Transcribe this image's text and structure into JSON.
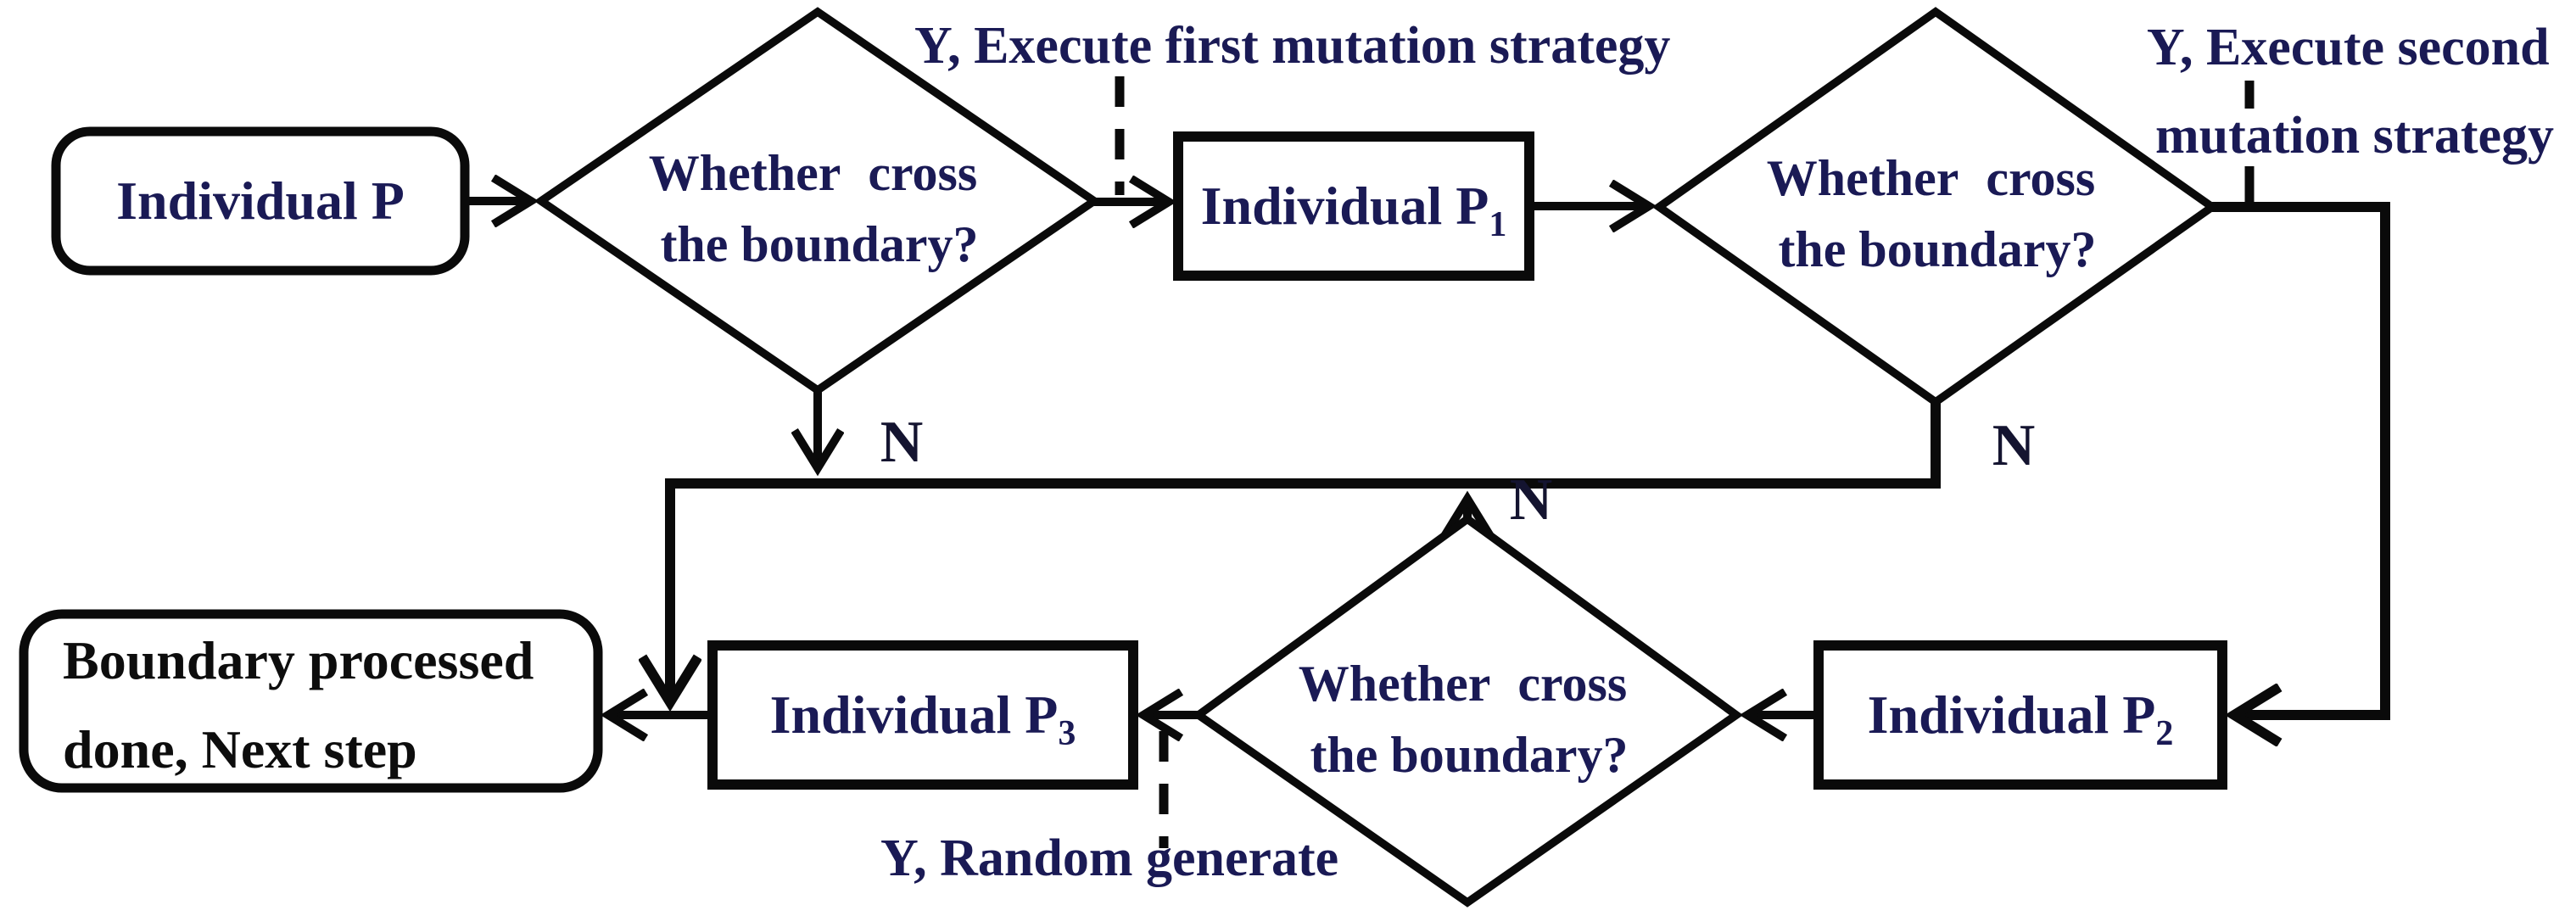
{
  "figure": {
    "type": "flowchart",
    "description": "Boundary processing flowchart with three mutation-strategy decision diamonds",
    "colors": {
      "background": "#ffffff",
      "line": "#0a0a0a",
      "node_text": "#1a1a55",
      "yes_label_text": "#1a1a55",
      "no_label_text": "#141430",
      "end_text": "#0d0d0d",
      "shape_fill": "#ffffff"
    },
    "nodes": {
      "start": {
        "shape": "rounded-rect",
        "label": "Individual P"
      },
      "decision1": {
        "shape": "diamond",
        "line1": "Whether cross",
        "line2": "the boundary?"
      },
      "p1": {
        "shape": "rect",
        "label": "Individual P",
        "sub": "1"
      },
      "decision2": {
        "shape": "diamond",
        "line1": "Whether cross",
        "line2": "the boundary?"
      },
      "p2": {
        "shape": "rect",
        "label": "Individual P",
        "sub": "2"
      },
      "decision3": {
        "shape": "diamond",
        "line1": "Whether cross",
        "line2": "the boundary?"
      },
      "p3": {
        "shape": "rect",
        "label": "Individual P",
        "sub": "3"
      },
      "end": {
        "shape": "rounded-rect",
        "line1": "Boundary processed",
        "line2": "done, Next step"
      }
    },
    "edge_labels": {
      "yes1": "Y, Execute first mutation strategy",
      "yes2_line1": "Y, Execute second",
      "yes2_line2": "mutation strategy",
      "yes3": "Y, Random generate",
      "no1": "N",
      "no2": "N",
      "no3": "N"
    }
  }
}
